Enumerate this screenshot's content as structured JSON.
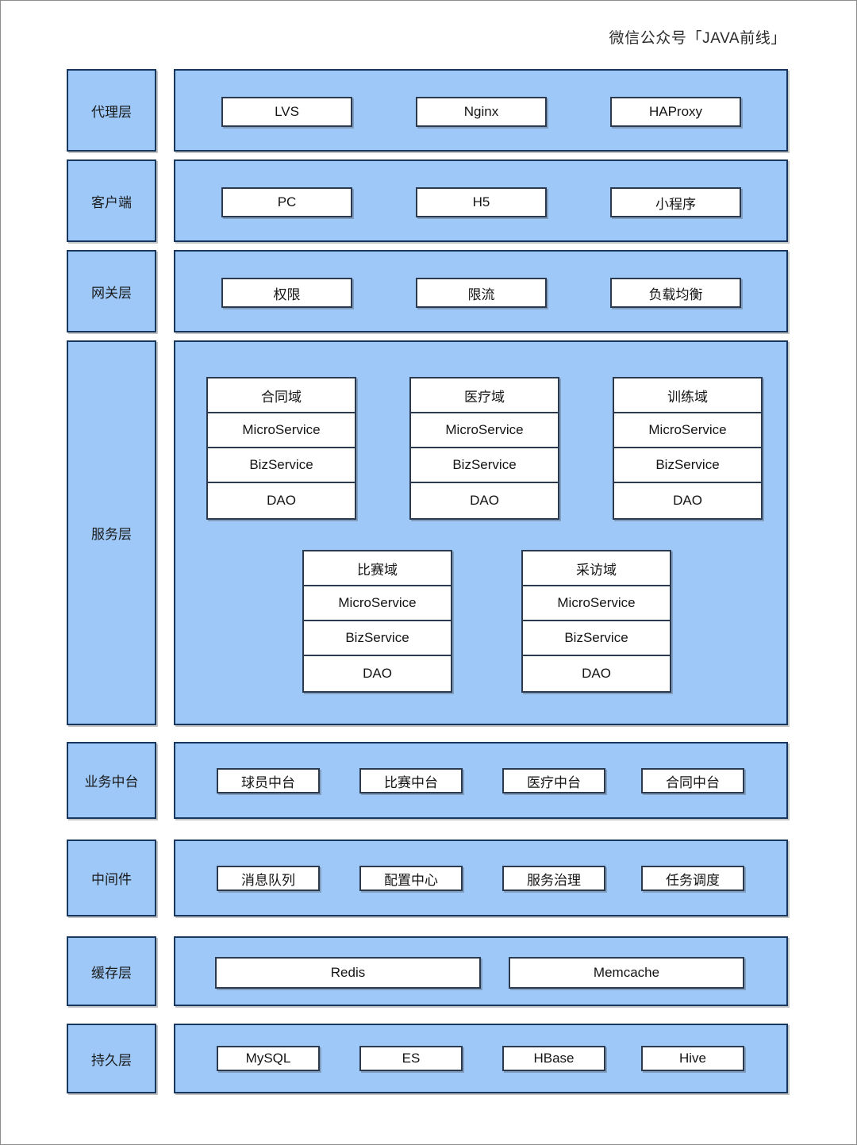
{
  "watermark": "微信公众号「JAVA前线」",
  "colors": {
    "layer_fill": "#9DC8F8",
    "layer_border": "#17375E",
    "node_fill": "#FFFFFF",
    "node_border": "#2B3A4F",
    "page_border": "#8D8D8D",
    "text": "#141414"
  },
  "layers": [
    {
      "id": "proxy",
      "label": "代理层",
      "nodes": [
        "LVS",
        "Nginx",
        "HAProxy"
      ]
    },
    {
      "id": "client",
      "label": "客户端",
      "nodes": [
        "PC",
        "H5",
        "小程序"
      ]
    },
    {
      "id": "gateway",
      "label": "网关层",
      "nodes": [
        "权限",
        "限流",
        "负载均衡"
      ]
    },
    {
      "id": "service",
      "label": "服务层",
      "domain_rows": [
        [
          {
            "name": "合同域",
            "tiers": [
              "MicroService",
              "BizService",
              "DAO"
            ]
          },
          {
            "name": "医疗域",
            "tiers": [
              "MicroService",
              "BizService",
              "DAO"
            ]
          },
          {
            "name": "训练域",
            "tiers": [
              "MicroService",
              "BizService",
              "DAO"
            ]
          }
        ],
        [
          {
            "name": "比赛域",
            "tiers": [
              "MicroService",
              "BizService",
              "DAO"
            ]
          },
          {
            "name": "采访域",
            "tiers": [
              "MicroService",
              "BizService",
              "DAO"
            ]
          }
        ]
      ]
    },
    {
      "id": "business-midplatform",
      "label": "业务中台",
      "nodes": [
        "球员中台",
        "比赛中台",
        "医疗中台",
        "合同中台"
      ]
    },
    {
      "id": "middleware",
      "label": "中间件",
      "nodes": [
        "消息队列",
        "配置中心",
        "服务治理",
        "任务调度"
      ]
    },
    {
      "id": "cache",
      "label": "缓存层",
      "nodes": [
        "Redis",
        "Memcache"
      ]
    },
    {
      "id": "persistence",
      "label": "持久层",
      "nodes": [
        "MySQL",
        "ES",
        "HBase",
        "Hive"
      ]
    }
  ]
}
